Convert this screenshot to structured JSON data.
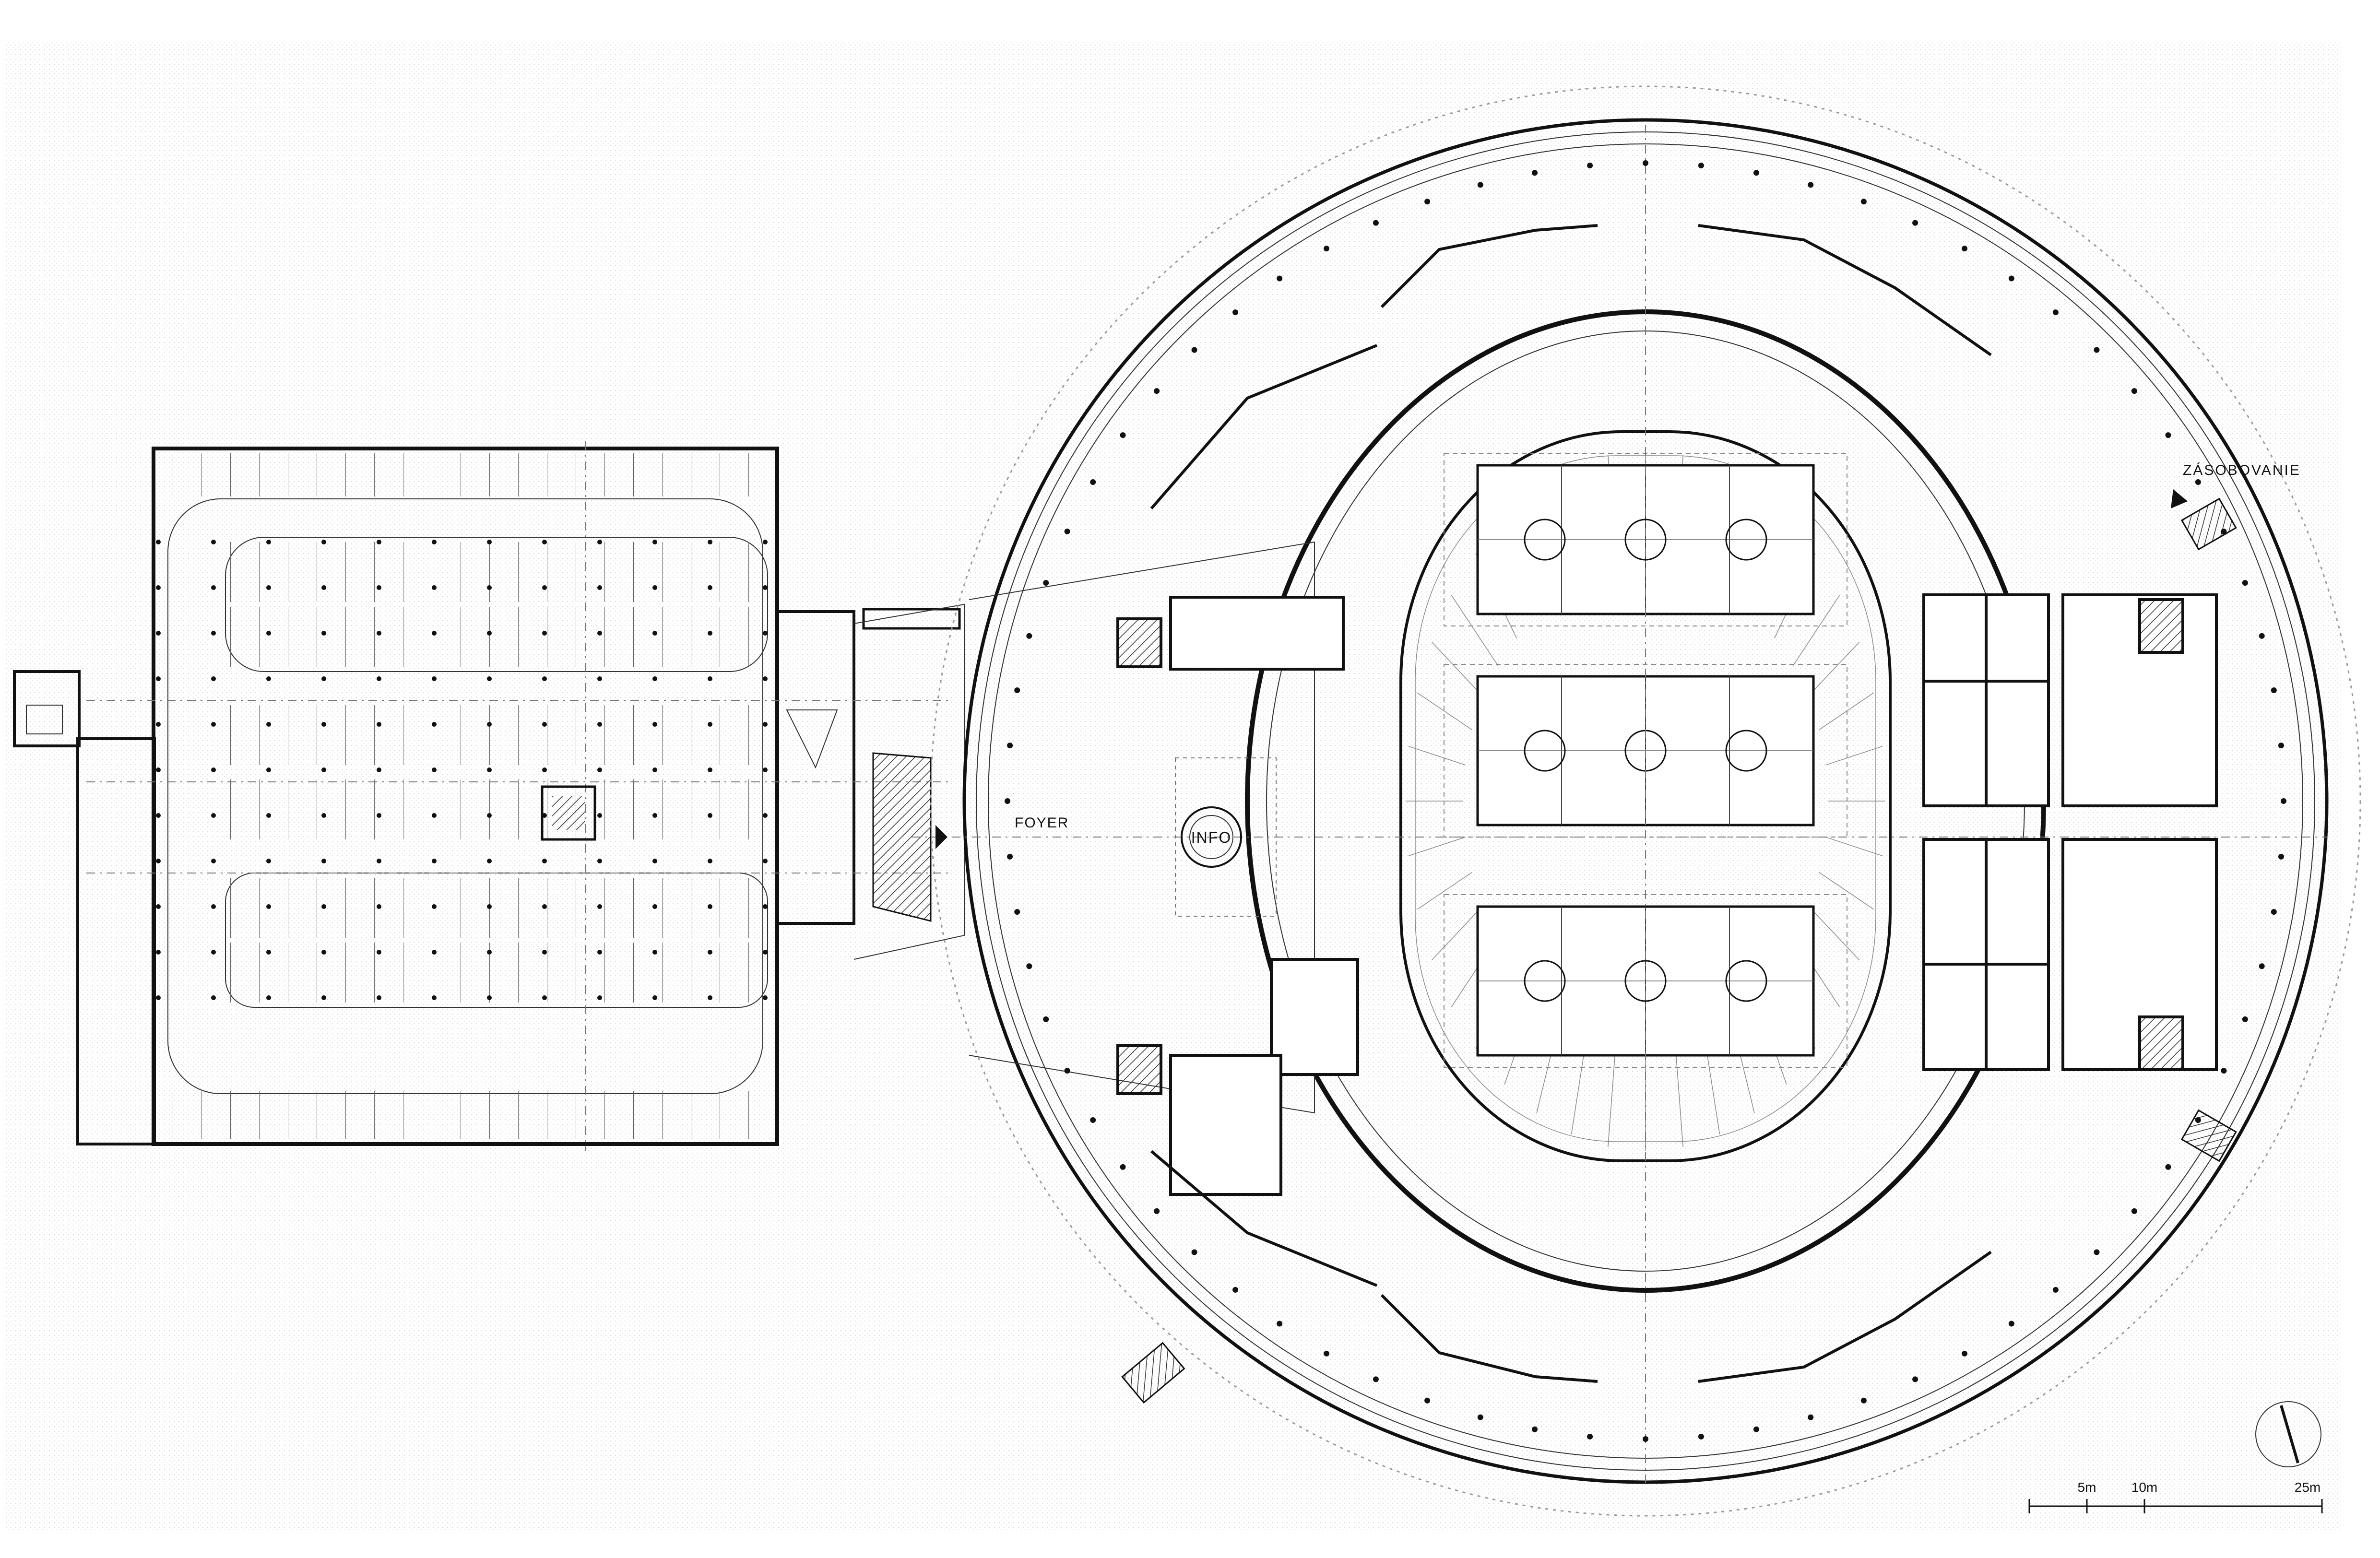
{
  "labels": {
    "foyer": "FOYER",
    "info": "INFO",
    "delivery": "ZÁSOBOVANIE"
  },
  "scale_bar": {
    "ticks": [
      "5m",
      "10m",
      "25m"
    ]
  },
  "colors": {
    "line": "#111111",
    "background": "#ffffff",
    "paper_texture": "#ececec"
  }
}
